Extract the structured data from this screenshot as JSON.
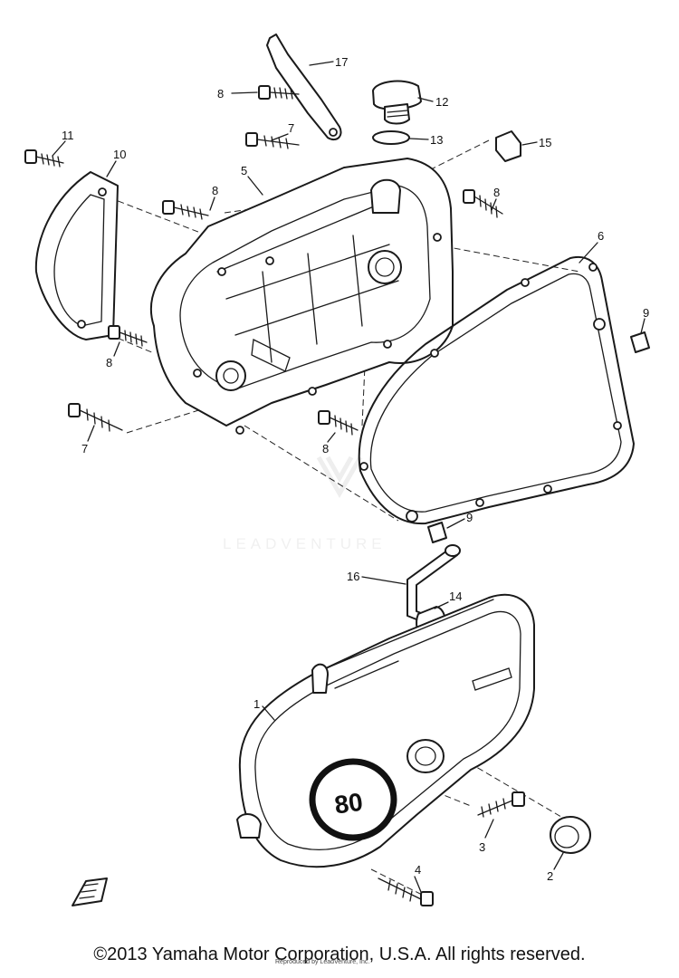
{
  "diagram": {
    "callouts": [
      "1",
      "2",
      "3",
      "4",
      "5",
      "6",
      "7",
      "7",
      "8",
      "8",
      "8",
      "8",
      "8",
      "9",
      "9",
      "10",
      "11",
      "12",
      "13",
      "14",
      "15",
      "16",
      "17"
    ],
    "badge_text": "80",
    "watermark": "LEADVENTURE"
  },
  "footer": {
    "copyright": "©2013 Yamaha Motor Corporation, U.S.A. All rights reserved.",
    "subnote": "Reproduced by LeadVenture, Inc."
  }
}
